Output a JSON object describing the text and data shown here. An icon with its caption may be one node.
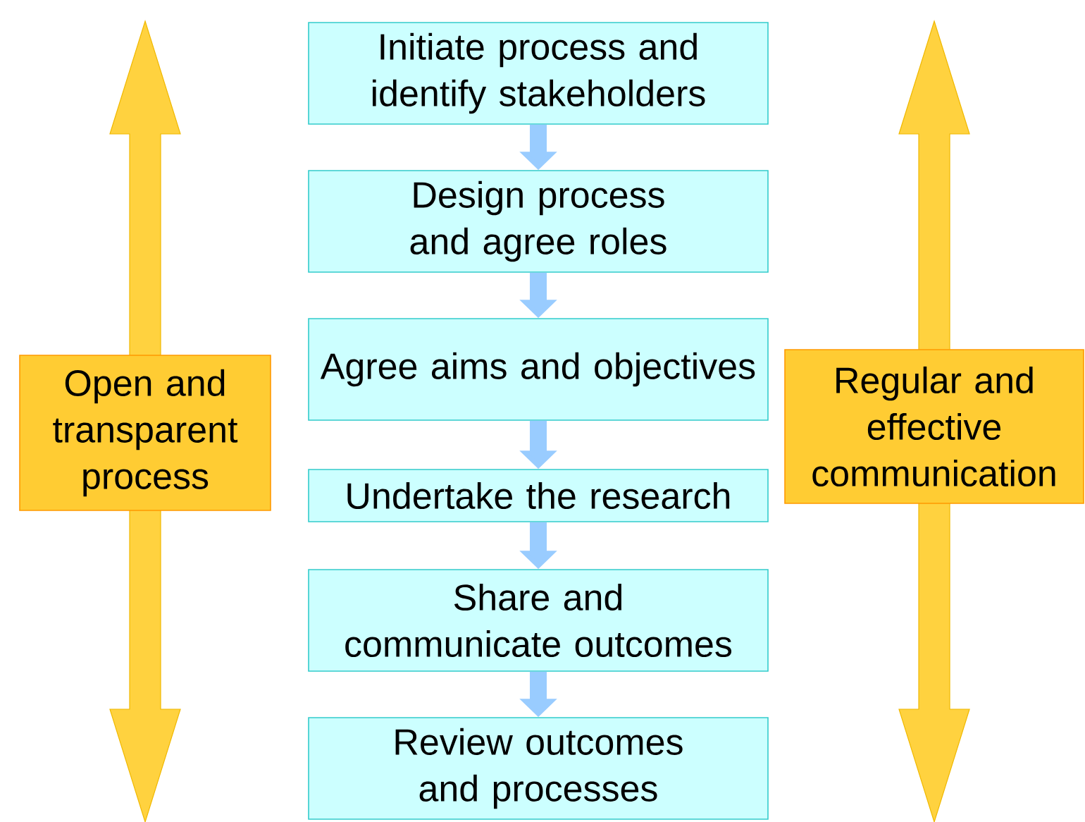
{
  "diagram": {
    "nodes": [
      {
        "text": [
          "Initiate process and identify stakeholders"
        ]
      },
      {
        "text": [
          "Design process and agree roles"
        ]
      },
      {
        "text": [
          "Agree aims and objectives"
        ]
      },
      {
        "text": [
          "Undertake the research"
        ]
      },
      {
        "text": [
          "Share and communicate outcomes"
        ]
      },
      {
        "text": [
          "Review outcomes and processes"
        ]
      },
      {
        "text": [
          "Open and transparent process"
        ]
      },
      {
        "text": [
          "Regular and effective communication"
        ]
      }
    ],
    "edges": [
      {
        "from": 0,
        "to": 1,
        "arrow": "to"
      },
      {
        "from": 1,
        "to": 2,
        "arrow": "to"
      },
      {
        "from": 2,
        "to": 3,
        "arrow": "to"
      },
      {
        "from": 3,
        "to": 4,
        "arrow": "to"
      },
      {
        "from": 4,
        "to": 5,
        "arrow": "to"
      }
    ]
  }
}
